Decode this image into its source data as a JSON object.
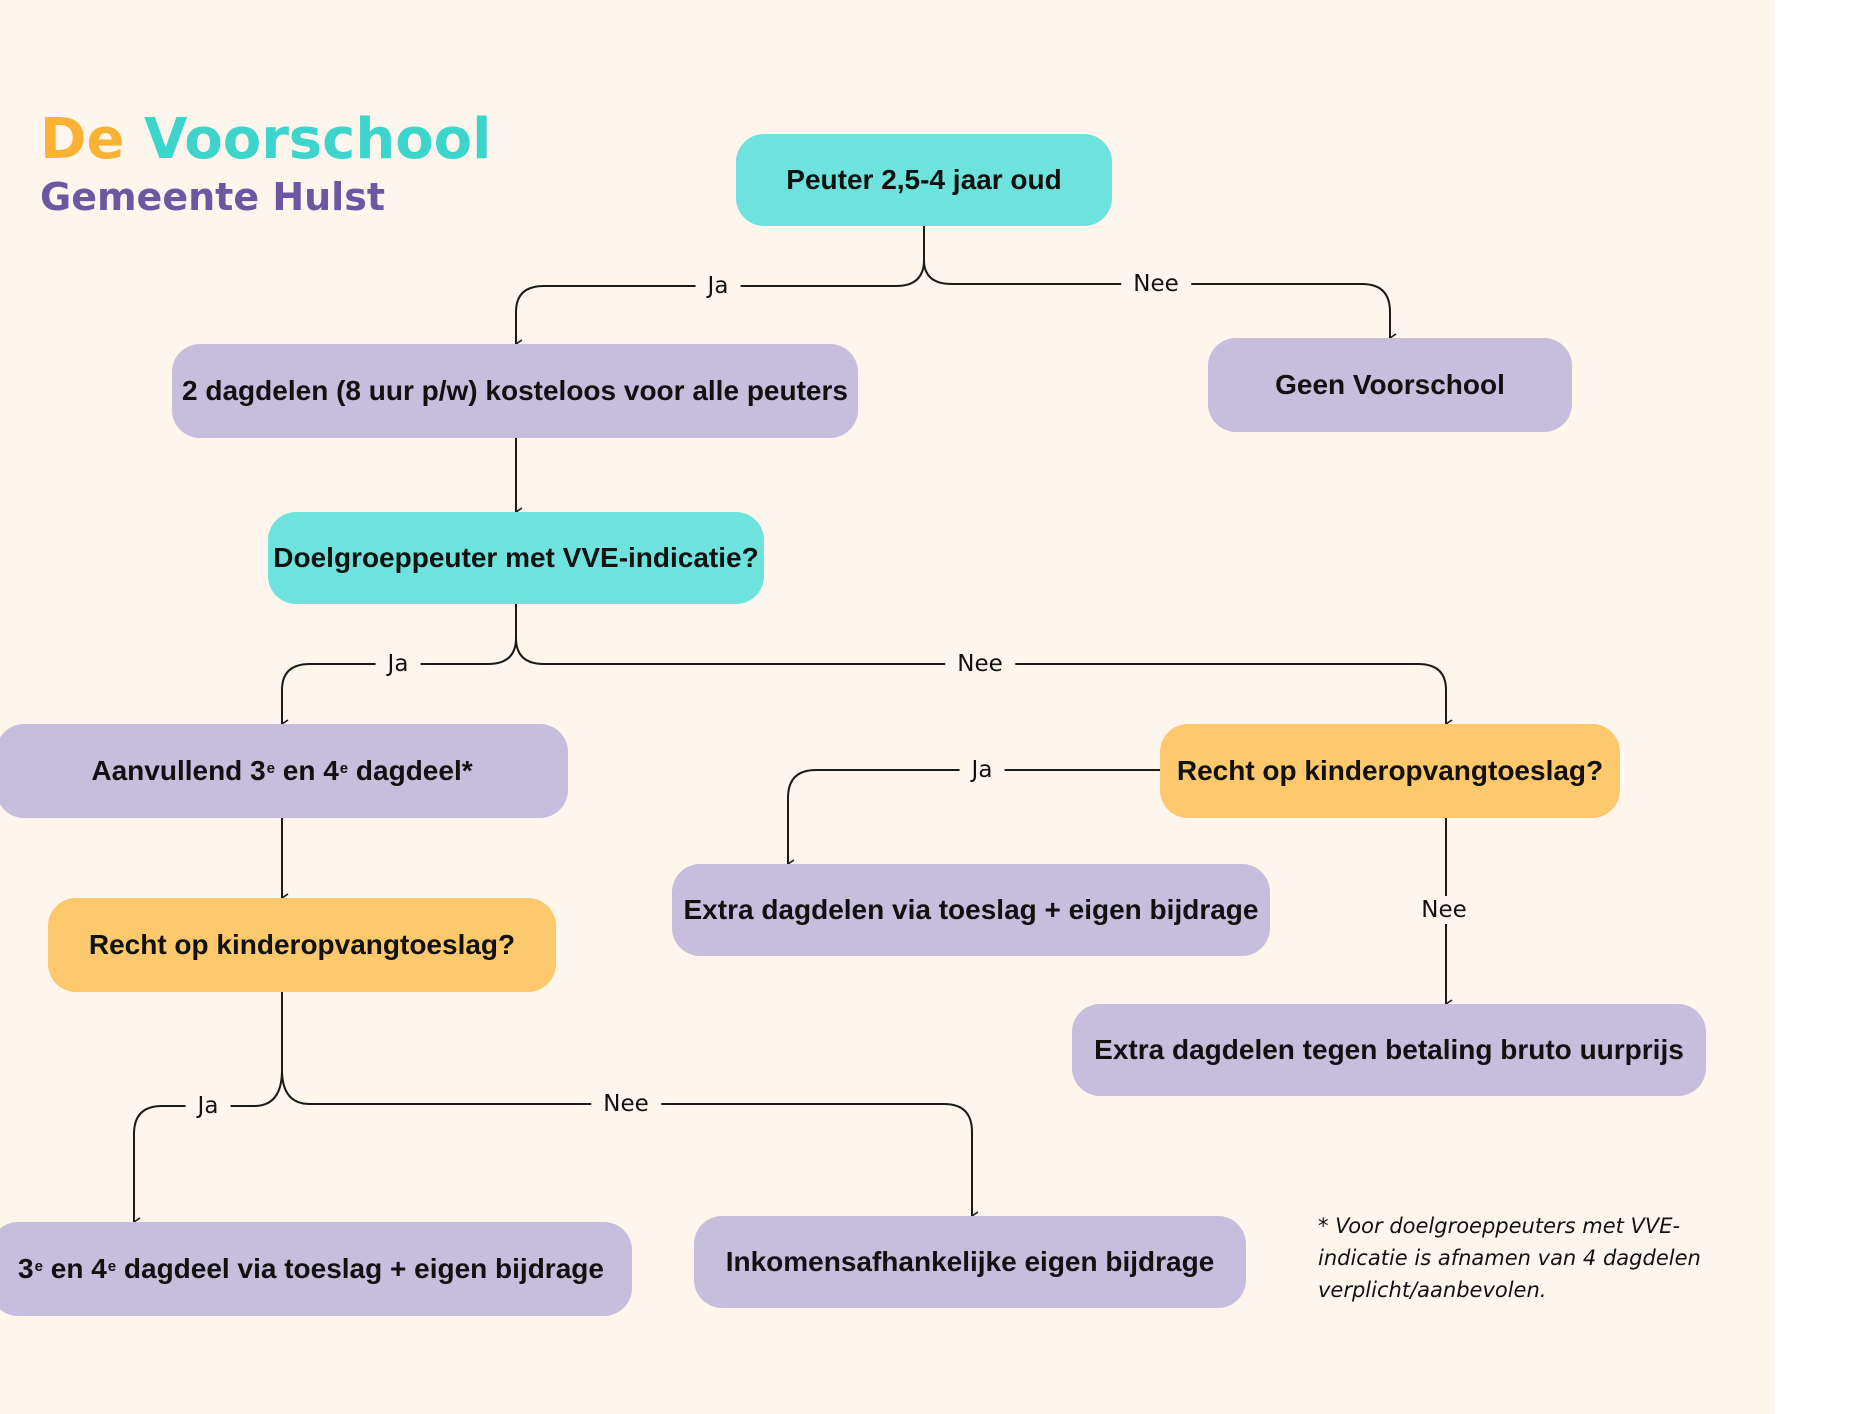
{
  "brand": {
    "word1": "De",
    "word2": "Voorschool",
    "subtitle": "Gemeente Hulst",
    "colors": {
      "word1": "#f9b233",
      "word2": "#3dd4cc",
      "subtitle": "#6e57a2"
    }
  },
  "palette": {
    "teal": "#6ee3dd",
    "purple": "#c7bddd",
    "yellow": "#fec86d",
    "background": "#fef6ec",
    "line": "#1a1a1a"
  },
  "nodes": {
    "start": {
      "label": "Peuter 2,5-4 jaar oud"
    },
    "free": {
      "label": "2 dagdelen (8 uur p/w) kosteloos voor alle peuters"
    },
    "none": {
      "label": "Geen Voorschool"
    },
    "vve_question": {
      "label": "Doelgroeppeuter met VVE-indicatie?"
    },
    "extra_vve": {
      "before": "Aanvullend 3",
      "sup1": "e",
      "mid": " en 4",
      "sup2": "e",
      "after": " dagdeel*"
    },
    "toeslag_right": {
      "label": "Recht op kinderopvangtoeslag?"
    },
    "toeslag_left": {
      "label": "Recht op kinderopvangtoeslag?"
    },
    "extra_toeslag": {
      "label": "Extra dagdelen via toeslag + eigen bijdrage"
    },
    "extra_bruto": {
      "label": "Extra dagdelen tegen betaling bruto uurprijs"
    },
    "dagdeel_toeslag": {
      "before": "3",
      "sup1": "e",
      "mid": " en 4",
      "sup2": "e",
      "after": " dagdeel via toeslag + eigen bijdrage"
    },
    "inkomen": {
      "label": "Inkomensafhankelijke eigen bijdrage"
    }
  },
  "edges": {
    "start_ja": "Ja",
    "start_nee": "Nee",
    "vve_ja": "Ja",
    "vve_nee": "Nee",
    "toeslag_right_ja": "Ja",
    "toeslag_right_nee": "Nee",
    "toeslag_left_ja": "Ja",
    "toeslag_left_nee": "Nee"
  },
  "footnote": {
    "line1": "* Voor doelgroeppeuters met VVE-",
    "line2": "indicatie is afnamen van 4 dagdelen",
    "line3": "verplicht/aanbevolen."
  }
}
